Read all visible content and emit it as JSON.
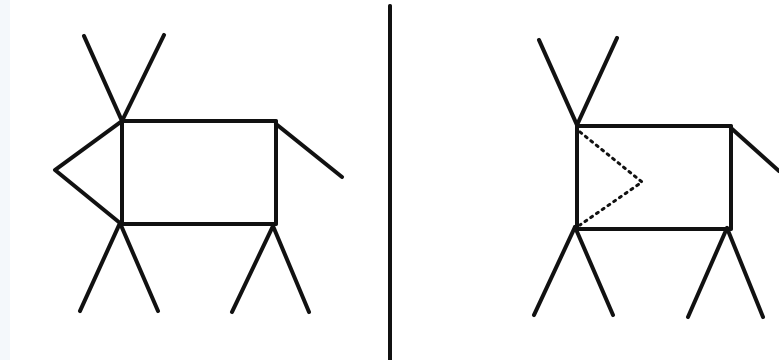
{
  "figure": {
    "type": "stick-figure-comparison",
    "panels": [
      {
        "name": "left-animal",
        "has_complete_head": true
      },
      {
        "name": "right-animal",
        "has_dotted_head": true
      }
    ],
    "colors": {
      "background": "#ffffff",
      "lines": "#111111",
      "left_margin": "#f4f8fb"
    }
  }
}
